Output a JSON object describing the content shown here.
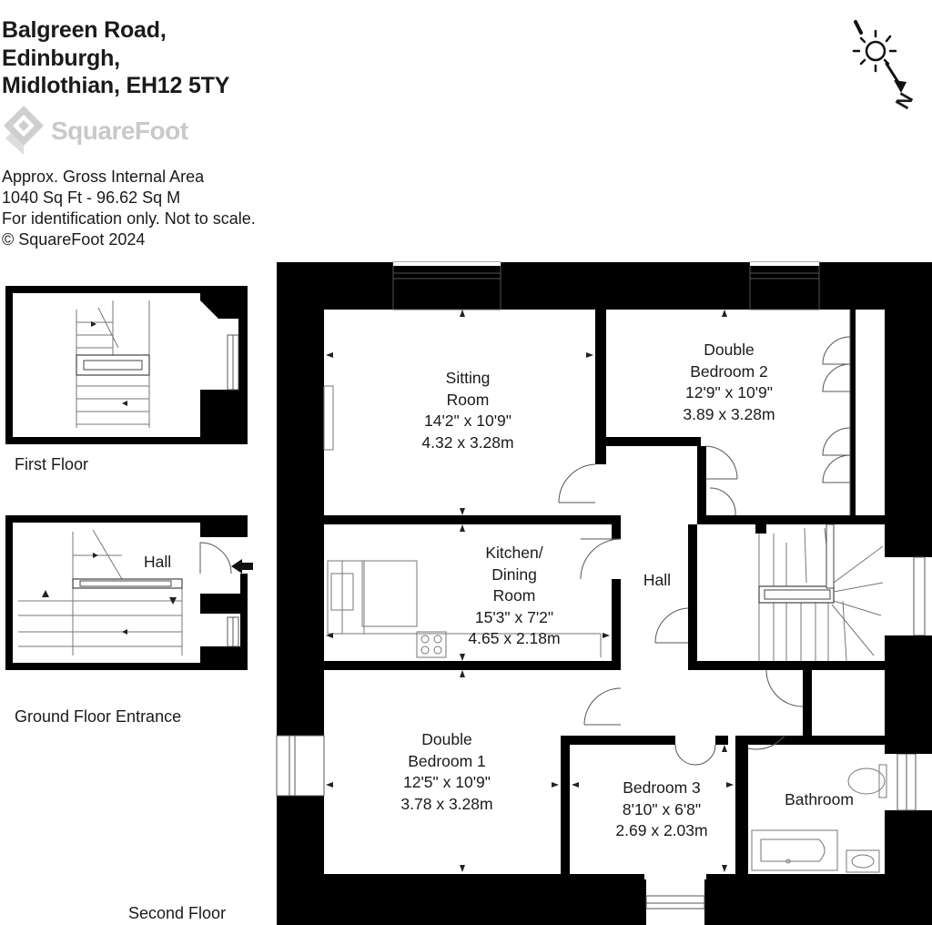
{
  "address": {
    "line1": "Balgreen Road,",
    "line2": "Edinburgh,",
    "line3": "Midlothian, EH12 5TY"
  },
  "brand": {
    "name": "SquareFoot",
    "logo_color": "#c9c9c9"
  },
  "info": {
    "area_label": "Approx. Gross Internal Area",
    "area_value": "1040 Sq Ft  -  96.62 Sq M",
    "disclaimer": "For identification only. Not to scale.",
    "copyright": "© SquareFoot 2024"
  },
  "compass": {
    "north_label": "N",
    "icon": "sun-compass-icon"
  },
  "floors": {
    "first": "First Floor",
    "ground": "Ground Floor Entrance",
    "second": "Second Floor"
  },
  "rooms": {
    "ground_hall": {
      "name": "Hall"
    },
    "sitting": {
      "name1": "Sitting",
      "name2": "Room",
      "imperial": "14'2\" x 10'9\"",
      "metric": "4.32 x 3.28m"
    },
    "bedroom2": {
      "name1": "Double",
      "name2": "Bedroom 2",
      "imperial": "12'9\" x 10'9\"",
      "metric": "3.89 x 3.28m"
    },
    "kitchen": {
      "name1": "Kitchen/",
      "name2": "Dining",
      "name3": "Room",
      "imperial": "15'3\" x 7'2\"",
      "metric": "4.65 x 2.18m"
    },
    "hall": {
      "name": "Hall"
    },
    "bedroom1": {
      "name1": "Double",
      "name2": "Bedroom 1",
      "imperial": "12'5\" x 10'9\"",
      "metric": "3.78 x 3.28m"
    },
    "bedroom3": {
      "name1": "Bedroom 3",
      "imperial": "8'10\" x 6'8\"",
      "metric": "2.69 x 2.03m"
    },
    "bathroom": {
      "name": "Bathroom"
    }
  },
  "colors": {
    "wall": "#000000",
    "line": "#555555",
    "text": "#1a1a1a"
  }
}
